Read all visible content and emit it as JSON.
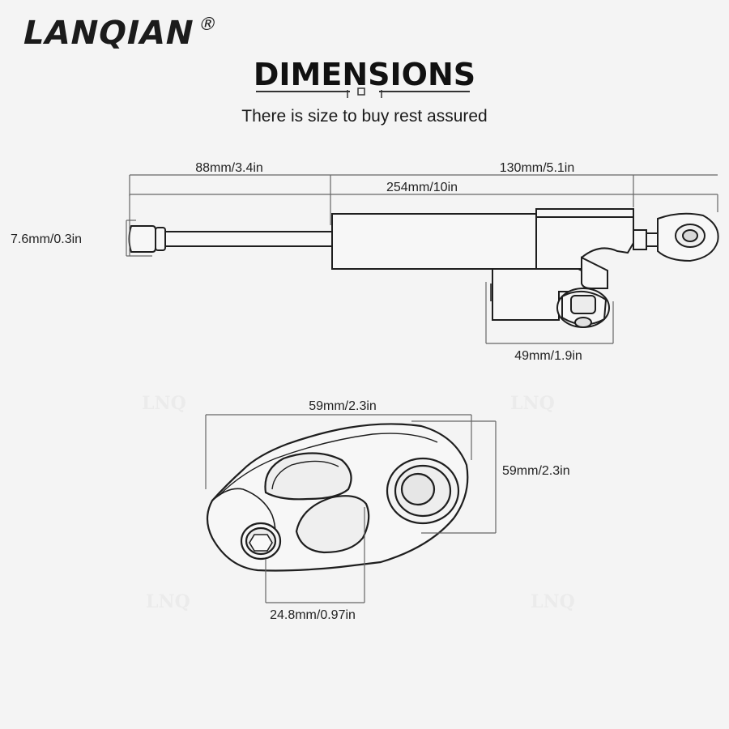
{
  "brand": {
    "name": "LANQIAN",
    "registered": "®"
  },
  "header": {
    "title": "DIMENSIONS",
    "subtitle": "There is size to buy rest assured"
  },
  "damper": {
    "rod_length": "88mm/3.4in",
    "body_length": "130mm/5.1in",
    "total_length": "254mm/10in",
    "rod_diameter": "7.6mm/0.3in",
    "bracket_width": "49mm/1.9in"
  },
  "clamp": {
    "width": "59mm/2.3in",
    "height": "59mm/2.3in",
    "bore": "24.8mm/0.97in"
  },
  "colors": {
    "line": "#555555",
    "part_fill": "#f7f7f7",
    "part_stroke": "#1e1e1e",
    "background": "#f4f4f4"
  }
}
